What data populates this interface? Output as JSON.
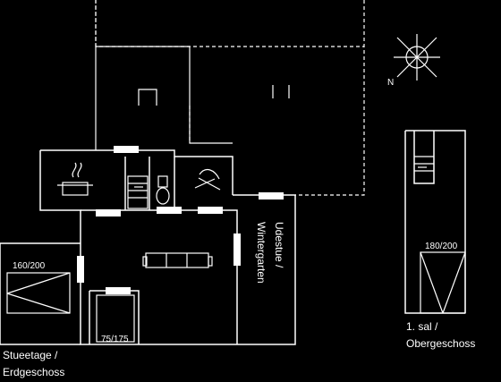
{
  "labels": {
    "ground_floor": [
      "Stueetage /",
      "Erdgeschoss"
    ],
    "upper_floor": [
      "1. sal /",
      "Obergeschoss"
    ],
    "conservatory": [
      "Udestue /",
      "Wintergarten"
    ],
    "bed_160": "160/200",
    "bed_75": "75/175",
    "bed_180": "180/200",
    "north": "N"
  },
  "icons": [
    "compass-rose-icon",
    "cooking-pot-icon",
    "sofa-icon",
    "toilet-icon",
    "shower-icon",
    "staircase-icon",
    "chimney-icon"
  ],
  "colors": {
    "background": "#000000",
    "lines": "#ffffff"
  }
}
